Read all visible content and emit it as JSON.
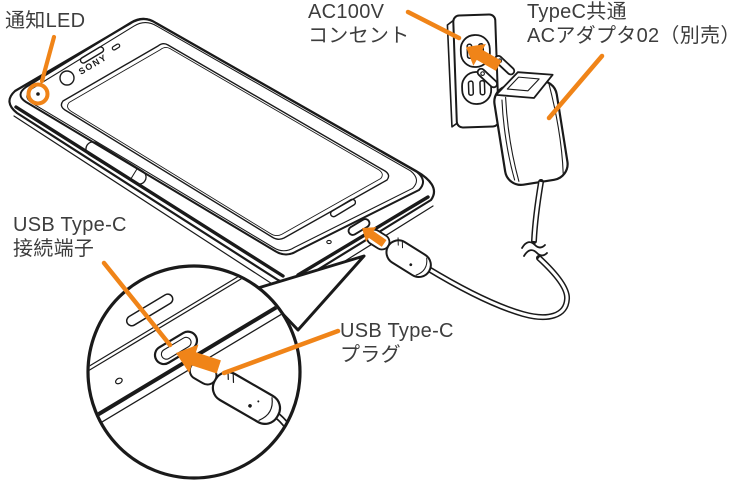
{
  "diagram": {
    "callouts": {
      "led": {
        "text": "通知LED"
      },
      "outlet": {
        "line1": "AC100V",
        "line2": "コンセント"
      },
      "adapter": {
        "line1": "TypeC共通",
        "line2": "ACアダプタ02（別売）"
      },
      "port": {
        "line1": "USB Type-C",
        "line2": "接続端子"
      },
      "plug": {
        "line1": "USB Type-C",
        "line2": "プラグ"
      }
    },
    "phone_brand": "SONY",
    "colors": {
      "callout_orange": "#F08418",
      "line_black": "#1A1A1A",
      "label_text": "#3D3D3D",
      "background": "#FFFFFF"
    }
  }
}
